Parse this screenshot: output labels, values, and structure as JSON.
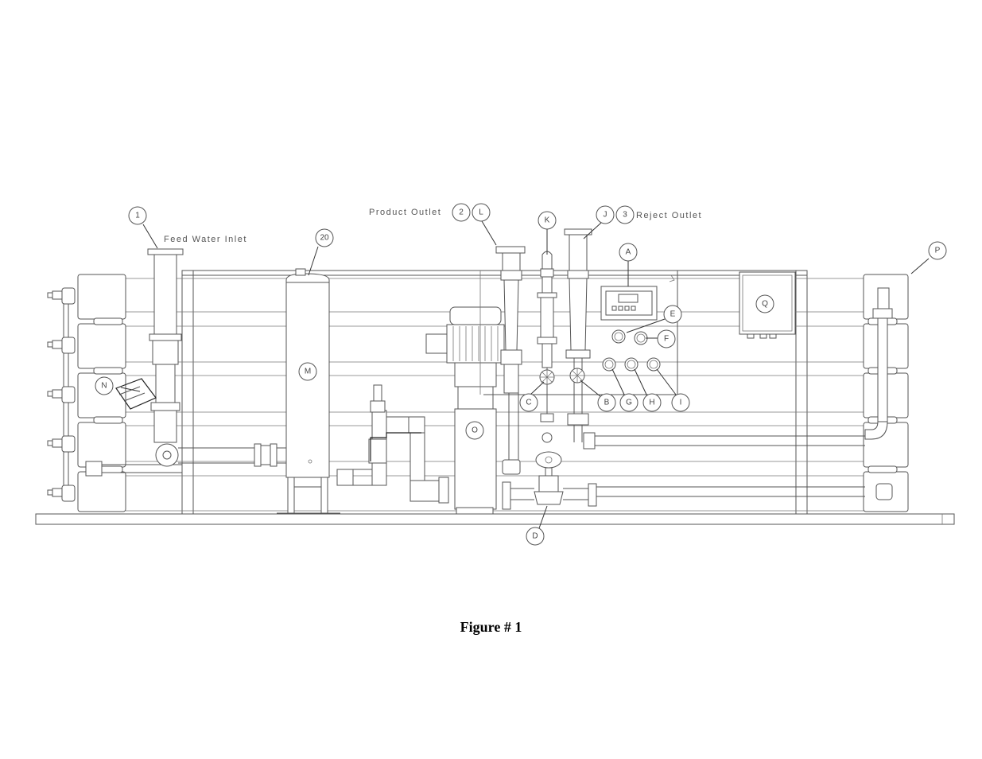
{
  "diagram": {
    "callouts": [
      {
        "id": "1",
        "label": "1"
      },
      {
        "id": "20",
        "label": "20"
      },
      {
        "id": "2",
        "label": "2"
      },
      {
        "id": "L",
        "label": "L"
      },
      {
        "id": "K",
        "label": "K"
      },
      {
        "id": "J",
        "label": "J"
      },
      {
        "id": "3",
        "label": "3"
      },
      {
        "id": "A",
        "label": "A"
      },
      {
        "id": "P",
        "label": "P"
      },
      {
        "id": "Q",
        "label": "Q"
      },
      {
        "id": "E",
        "label": "E"
      },
      {
        "id": "F",
        "label": "F"
      },
      {
        "id": "M",
        "label": "M"
      },
      {
        "id": "N",
        "label": "N"
      },
      {
        "id": "O",
        "label": "O"
      },
      {
        "id": "C",
        "label": "C"
      },
      {
        "id": "B",
        "label": "B"
      },
      {
        "id": "G",
        "label": "G"
      },
      {
        "id": "H",
        "label": "H"
      },
      {
        "id": "I",
        "label": "I"
      },
      {
        "id": "D",
        "label": "D"
      }
    ],
    "notes": {
      "feed_water_inlet": "Feed Water Inlet",
      "product_outlet": "Product Outlet",
      "reject_outlet": "Reject Outlet"
    }
  },
  "caption": "Figure # 1"
}
